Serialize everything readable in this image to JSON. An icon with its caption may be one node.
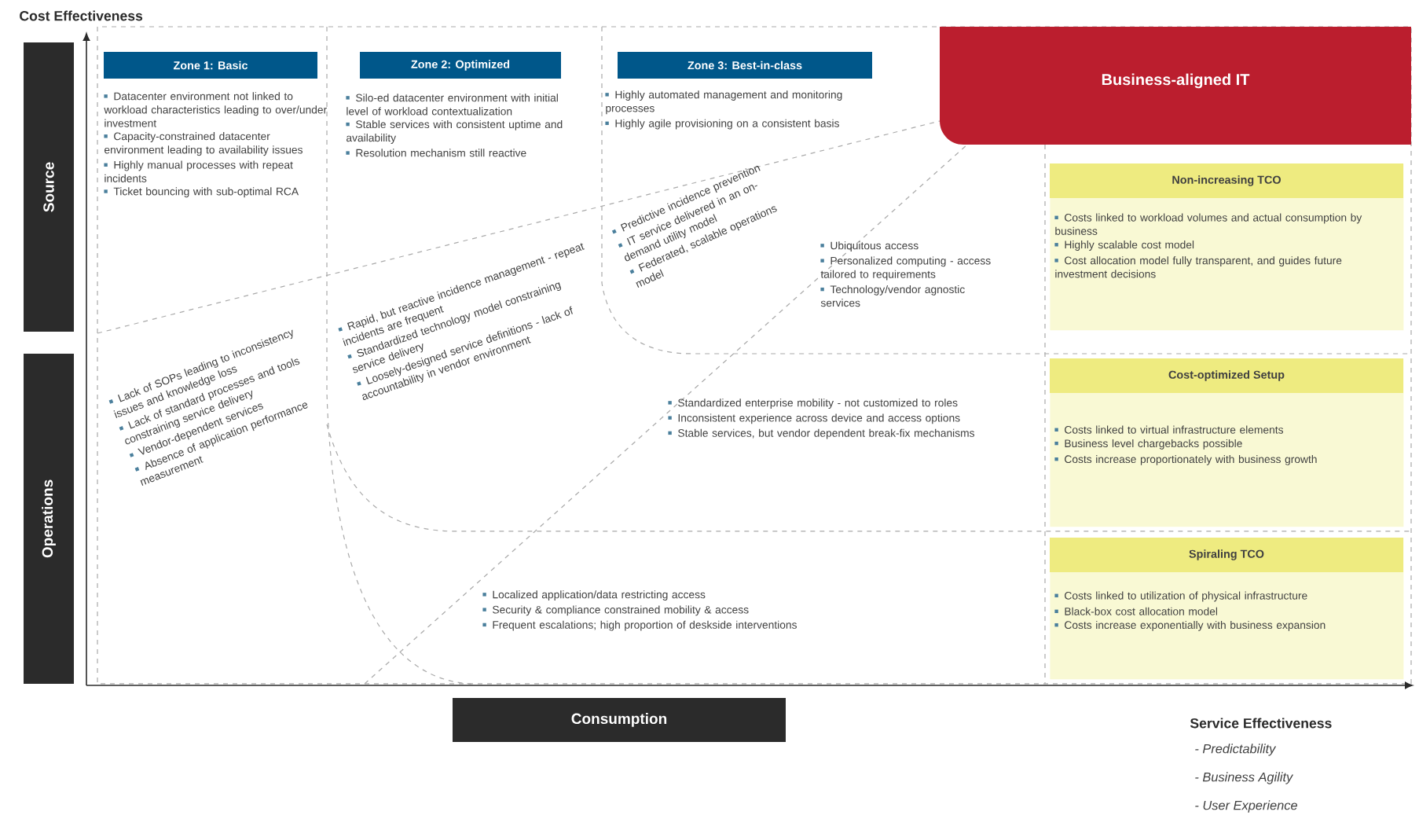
{
  "diagram": {
    "nodes": [
      {
        "text": [
          "Zone 1: Basic"
        ]
      },
      {
        "text": [
          "Zone 2: Optimized"
        ]
      },
      {
        "text": [
          "Zone 3: Best-in-class"
        ]
      },
      {
        "text": [
          "Business-aligned IT"
        ]
      },
      {
        "text": [
          "Non-increasing TCO",
          "Costs linked to workload volumes and actual consumption by business",
          "Highly scalable cost model",
          "Cost allocation model fully transparent, and guides future investment decisions"
        ]
      },
      {
        "text": [
          "Cost-optimized Setup",
          "Costs linked to virtual infrastructure elements",
          "Business level chargebacks possible",
          "Costs increase proportionately with business growth"
        ]
      },
      {
        "text": [
          "Spiraling TCO",
          "Costs linked to utilization of physical infrastructure",
          "Black-box cost allocation model",
          "Costs increase exponentially with business expansion"
        ]
      },
      {
        "text": [
          "Source"
        ]
      },
      {
        "text": [
          "Operations"
        ]
      },
      {
        "text": [
          "Consumption"
        ]
      }
    ],
    "labels": [
      "Cost Effectiveness",
      "Datacenter environment not linked to workload characteristics leading to over/under investment",
      "Capacity-constrained datacenter environment leading to availability issues",
      "Highly manual processes with repeat incidents",
      "Ticket bouncing with sub-optimal RCA",
      "Silo-ed datacenter environment with initial level of workload contextualization",
      "Stable services with consistent uptime and availability",
      "Resolution mechanism still reactive",
      "Highly automated management and monitoring processes",
      "Highly agile provisioning on a consistent basis",
      "Lack of SOPs leading to inconsistency issues and knowledge loss",
      "Lack of standard processes and tools constraining service delivery",
      "Vendor-dependent services",
      "Absence of application performance measurement",
      "Rapid, but reactive incidence management - repeat incidents are frequent",
      "Standardized technology model constraining service delivery",
      "Loosely-designed service definitions - lack of accountability in vendor environment",
      "Predictive incidence prevention",
      "IT service delivered in an on-demand utility model",
      "Federated, scalable operations model",
      "Ubiquitous access",
      "Personalized computing - access tailored to requirements",
      "Technology/vendor agnostic services",
      "Standardized enterprise mobility - not customized to roles",
      "Inconsistent experience across device and access options",
      "Stable services, but vendor dependent break-fix mechanisms",
      "Localized application/data restricting access",
      "Security & compliance constrained mobility & access",
      "Frequent escalations; high proportion of deskside interventions",
      "Service Effectiveness",
      "- Predictability",
      "- Business Agility",
      "- User Experience"
    ]
  }
}
